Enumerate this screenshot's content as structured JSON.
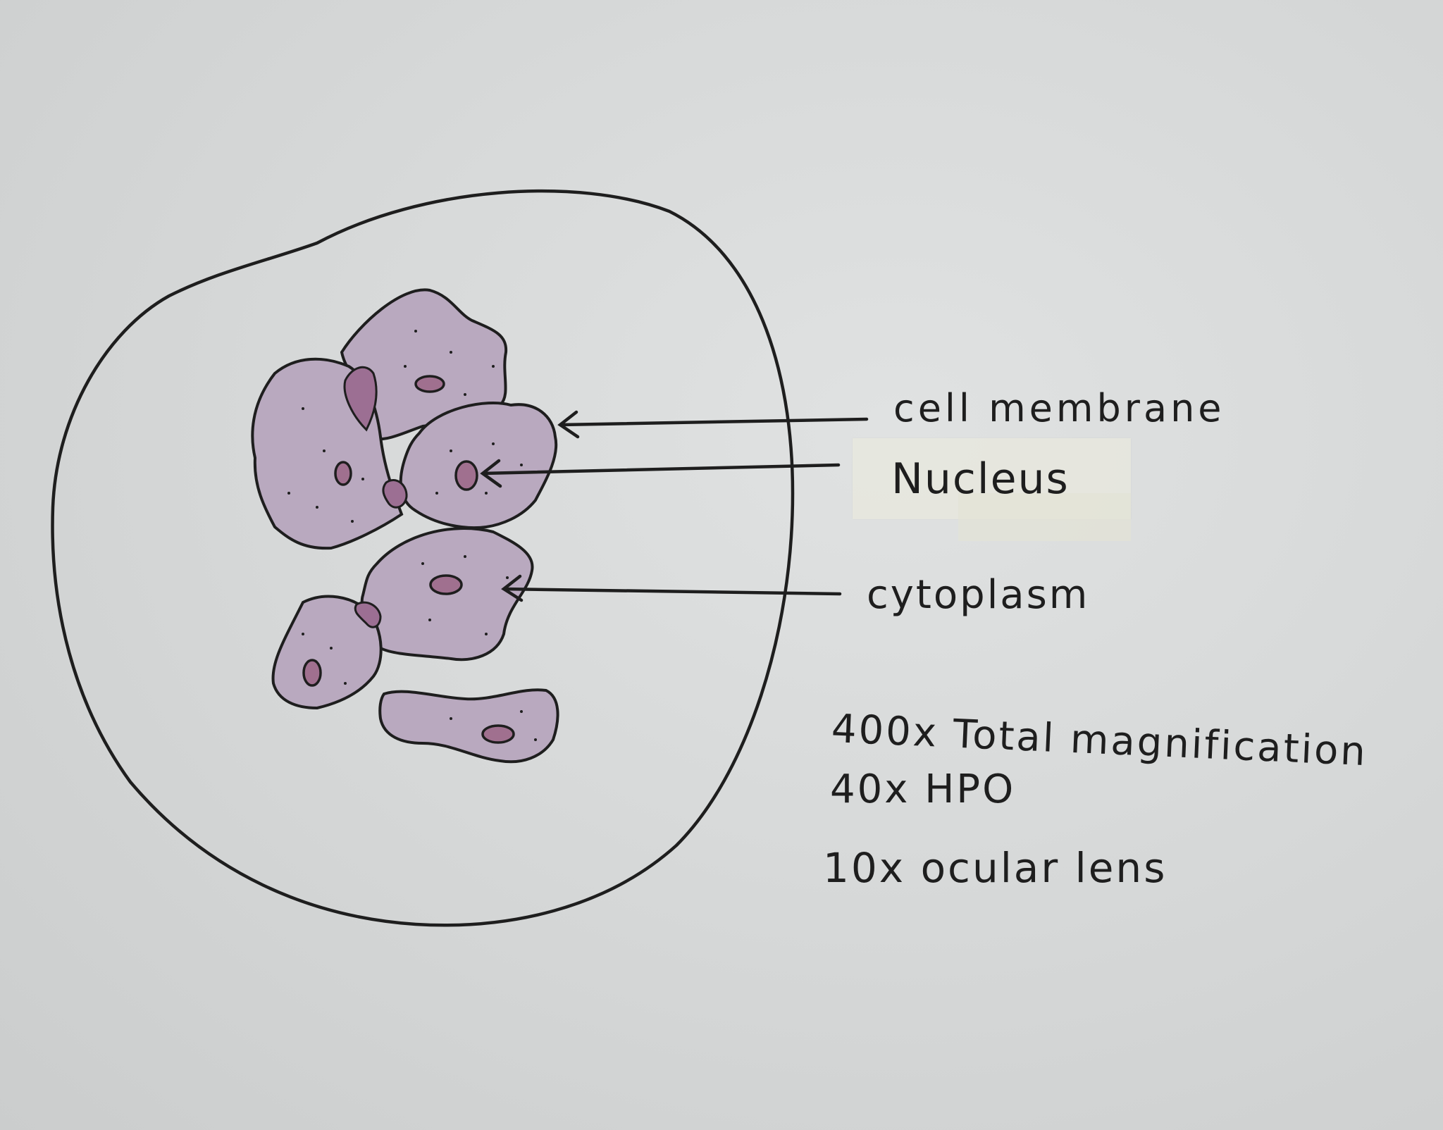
{
  "labels": {
    "cell_membrane": "cell membrane",
    "nucleus": "Nucleus",
    "cytoplasm": "cytoplasm"
  },
  "magnification": {
    "total": "400x Total magnification",
    "objective": "40x HPO",
    "ocular": "10x ocular lens"
  },
  "colors": {
    "paper": "#d9dbdb",
    "ink": "#1e1e1e",
    "cell_fill": "#b9a9bf",
    "nucleus_fill": "#a0708f",
    "overlap_fill": "#9c6f93",
    "tape": "#e8e8de"
  }
}
